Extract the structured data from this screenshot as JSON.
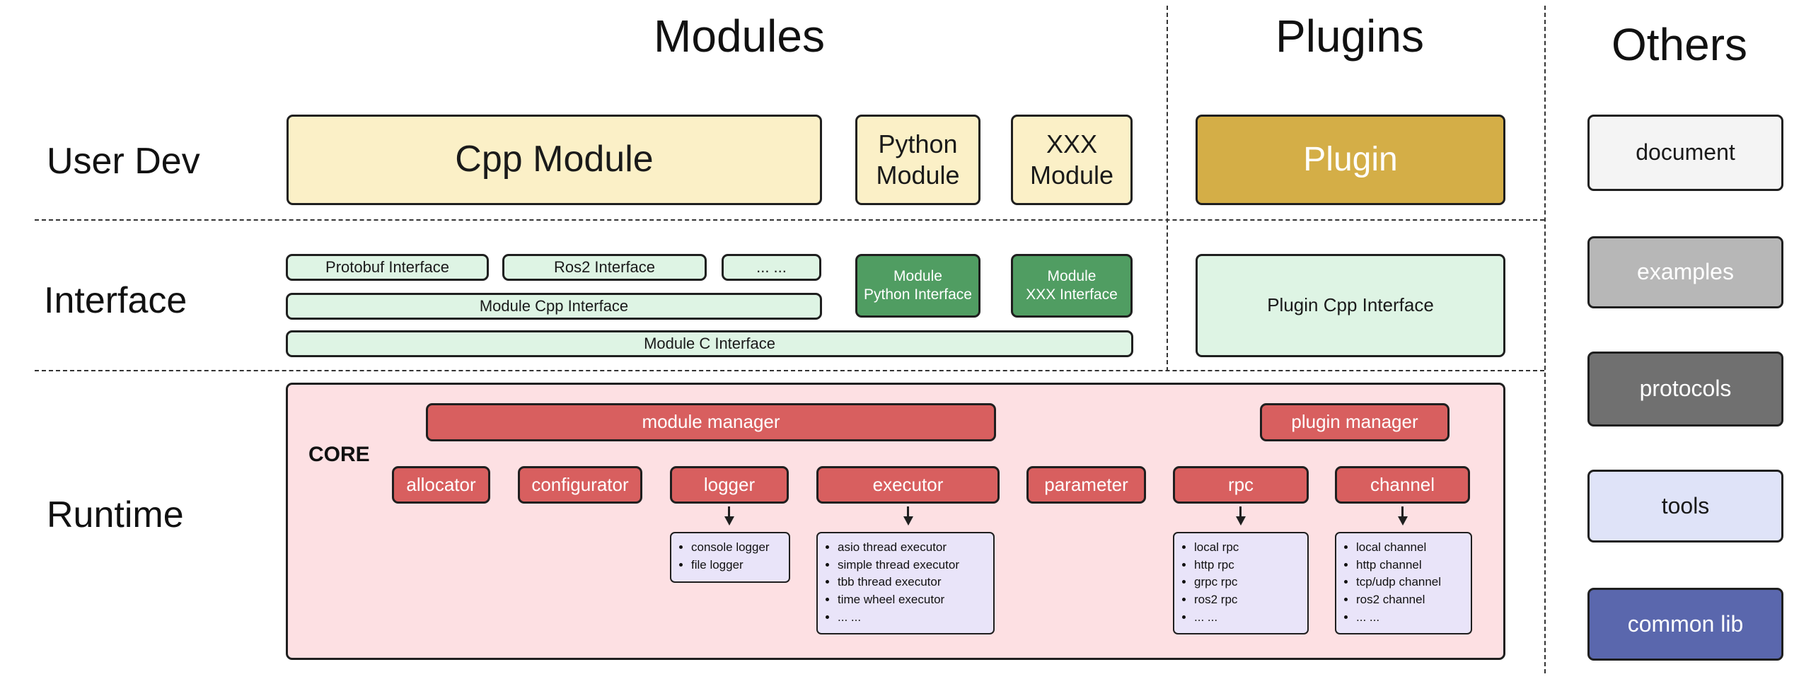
{
  "headers": {
    "modules": "Modules",
    "plugins": "Plugins",
    "others": "Others"
  },
  "row_labels": {
    "user_dev": "User Dev",
    "interface": "Interface",
    "runtime": "Runtime"
  },
  "modules": {
    "user_dev": {
      "cpp_module": "Cpp Module",
      "python_module": "Python\nModule",
      "xxx_module": "XXX\nModule"
    },
    "interface": {
      "protobuf": "Protobuf Interface",
      "ros2": "Ros2 Interface",
      "ellipsis": "... ...",
      "module_python": "Module\nPython Interface",
      "module_xxx": "Module\nXXX Interface",
      "module_cpp": "Module Cpp Interface",
      "module_c": "Module C Interface"
    }
  },
  "plugins": {
    "plugin": "Plugin",
    "plugin_cpp_interface": "Plugin Cpp Interface"
  },
  "runtime": {
    "core_label": "CORE",
    "module_manager": "module manager",
    "plugin_manager": "plugin manager",
    "components": [
      "allocator",
      "configurator",
      "logger",
      "executor",
      "parameter",
      "rpc",
      "channel"
    ],
    "logger_items": [
      "console logger",
      "file logger"
    ],
    "executor_items": [
      "asio thread executor",
      "simple thread executor",
      "tbb thread executor",
      "time wheel executor",
      "... ..."
    ],
    "rpc_items": [
      "local rpc",
      "http rpc",
      "grpc rpc",
      "ros2 rpc",
      "... ..."
    ],
    "channel_items": [
      "local channel",
      "http channel",
      "tcp/udp channel",
      "ros2 channel",
      "... ..."
    ]
  },
  "others": {
    "document": "document",
    "examples": "examples",
    "protocols": "protocols",
    "tools": "tools",
    "common_lib": "common lib"
  },
  "colors": {
    "cream": "#fbf0c7",
    "gold": "#d4ae47",
    "light_green": "#def4e4",
    "dark_green": "#509d62",
    "core_pink": "#fde0e3",
    "red": "#d85f5f",
    "lavender": "#e9e4f9",
    "light_gray": "#f4f4f4",
    "mid_gray": "#b7b7b7",
    "dark_gray": "#707070",
    "light_blue": "#dfe3f8",
    "indigo": "#5a67ad"
  }
}
